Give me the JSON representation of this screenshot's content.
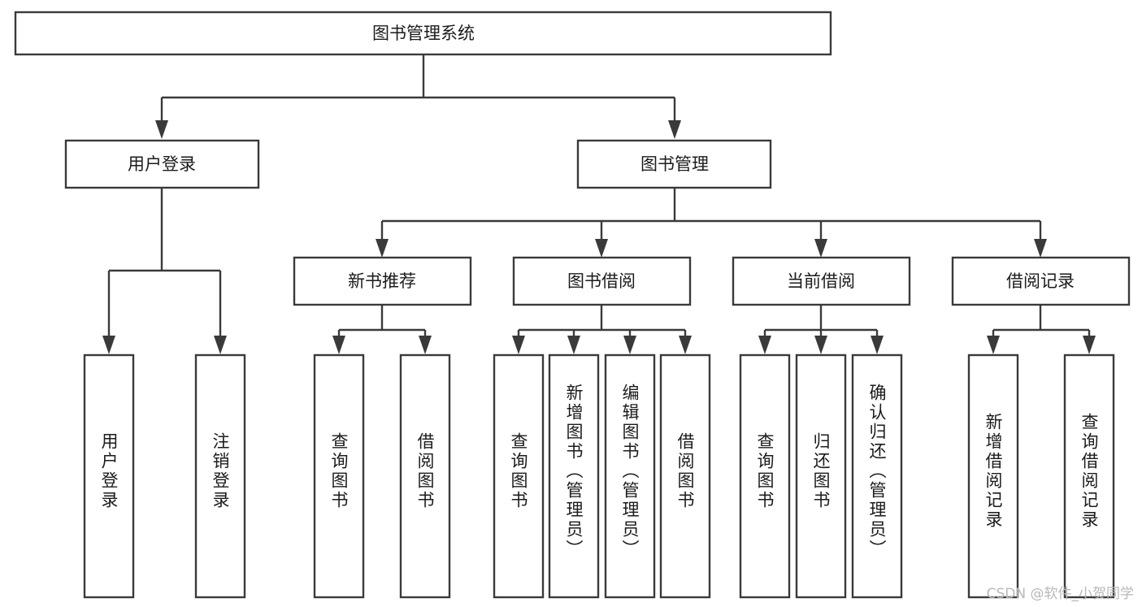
{
  "diagram": {
    "title": "图书管理系统",
    "type": "tree-hierarchy-chart",
    "root": {
      "label": "图书管理系统"
    },
    "level2": [
      {
        "label": "用户登录"
      },
      {
        "label": "图书管理"
      }
    ],
    "level3": [
      {
        "label": "新书推荐"
      },
      {
        "label": "图书借阅"
      },
      {
        "label": "当前借阅"
      },
      {
        "label": "借阅记录"
      }
    ],
    "leaves": {
      "user_login": [
        {
          "label": "用户登录"
        },
        {
          "label": "注销登录"
        }
      ],
      "new_book_recommend": [
        {
          "label": "查询图书"
        },
        {
          "label": "借阅图书"
        }
      ],
      "book_borrow": [
        {
          "label": "查询图书"
        },
        {
          "label": "新增图书（管理员）"
        },
        {
          "label": "编辑图书（管理员）"
        },
        {
          "label": "借阅图书"
        }
      ],
      "current_borrow": [
        {
          "label": "查询图书"
        },
        {
          "label": "归还图书"
        },
        {
          "label": "确认归还（管理员）"
        }
      ],
      "borrow_record": [
        {
          "label": "新增借阅记录"
        },
        {
          "label": "查询借阅记录"
        }
      ]
    }
  },
  "watermark": {
    "text": "CSDN @软件_小贺同学"
  },
  "colors": {
    "stroke": "#3a3a3a",
    "fill": "#ffffff",
    "text": "#1b1b1b",
    "watermark": "#b8b8b8"
  }
}
